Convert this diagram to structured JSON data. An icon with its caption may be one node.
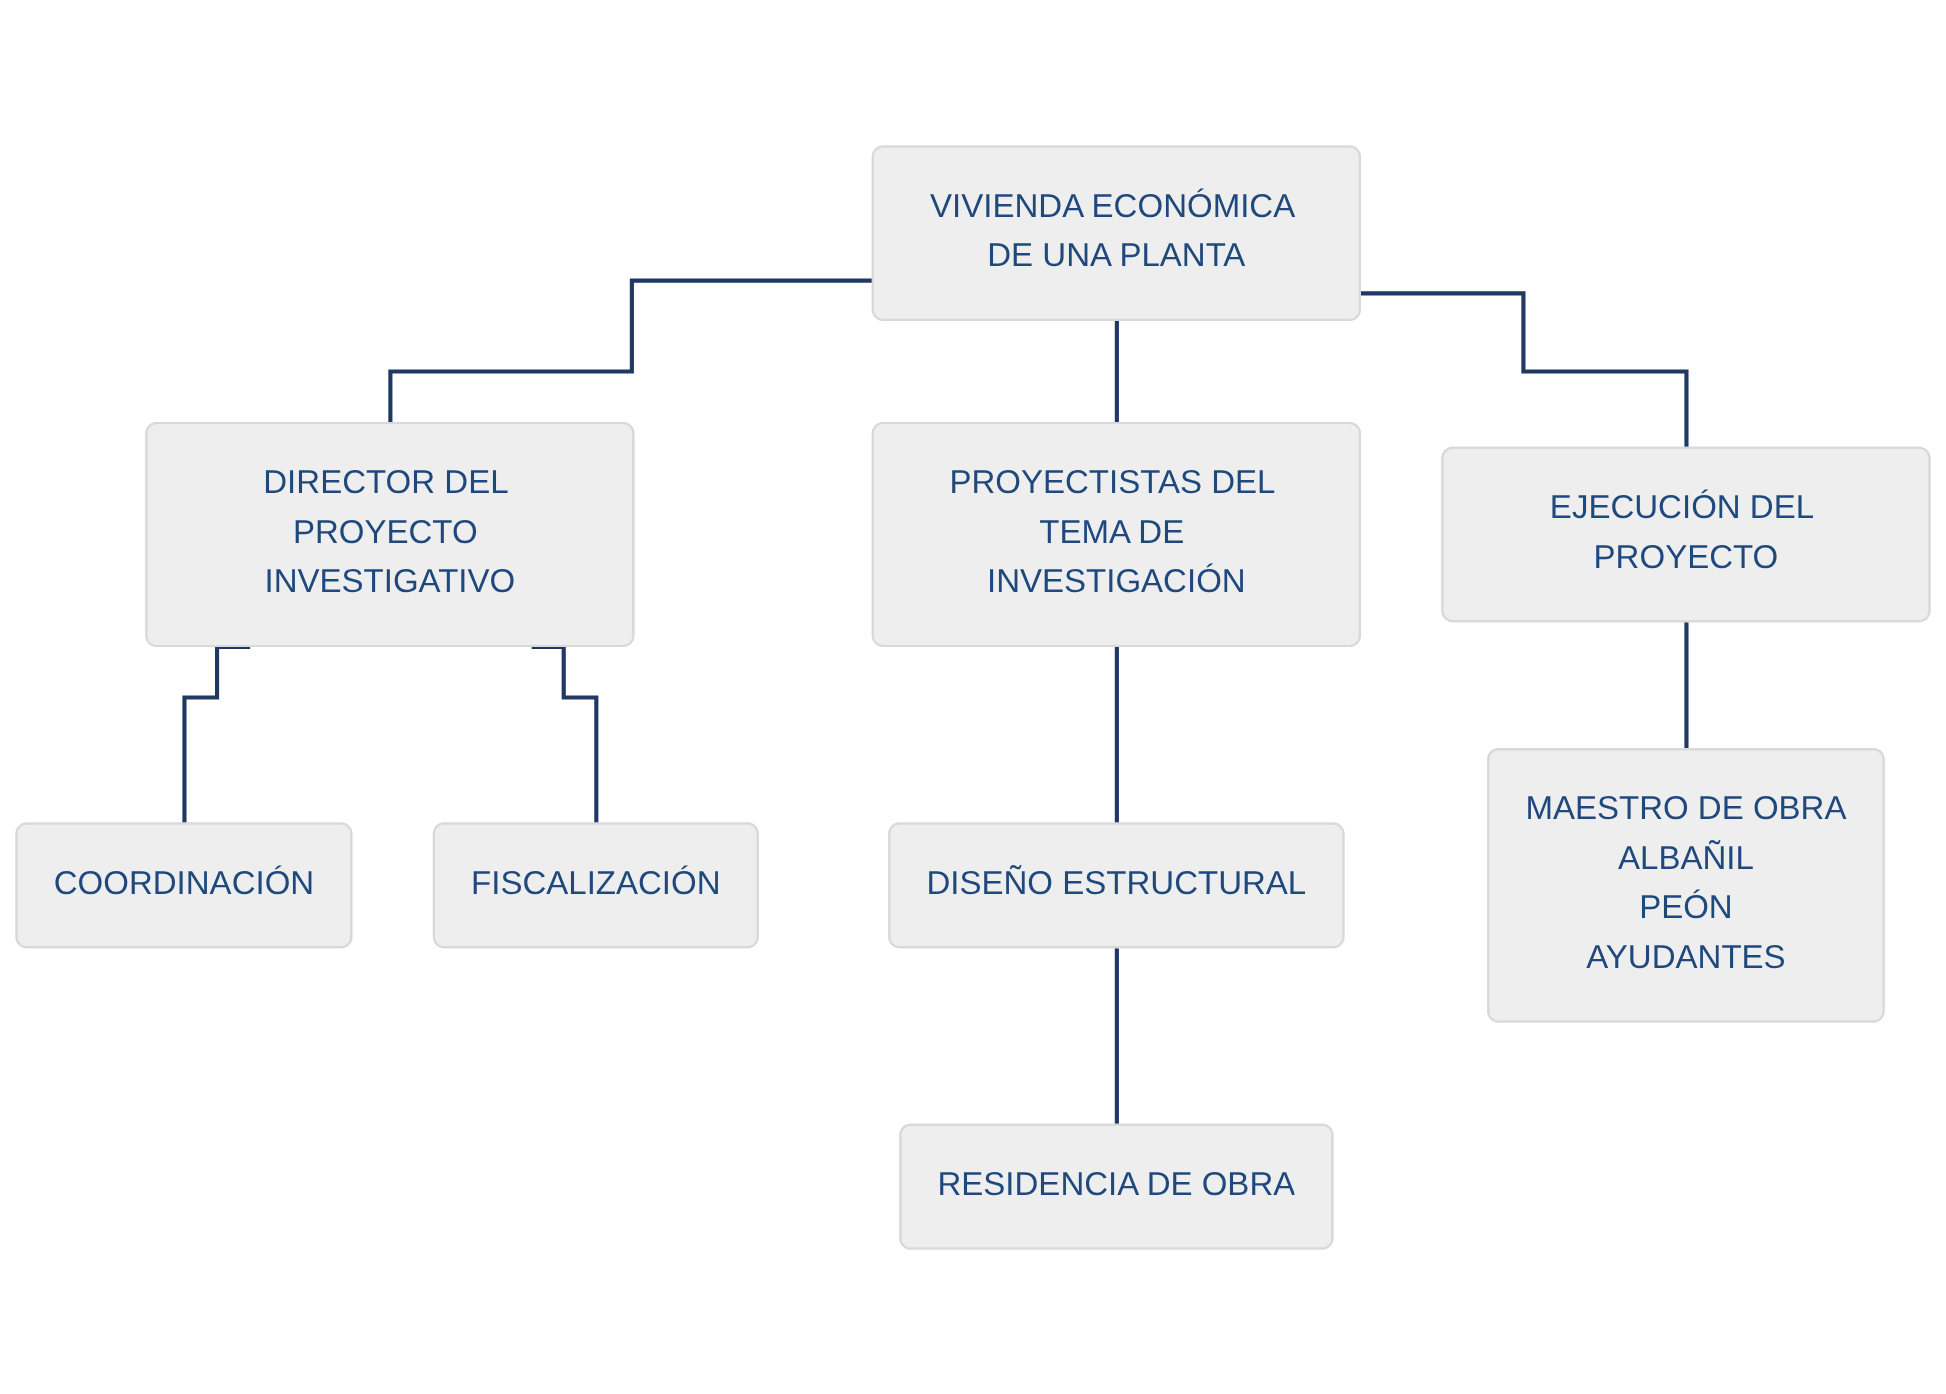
{
  "diagram": {
    "nodes": [
      {
        "text": [
          "VIVIENDA ECONÓMICA DE UNA PLANTA"
        ]
      },
      {
        "text": [
          "DIRECTOR DEL PROYECTO INVESTIGATIVO"
        ]
      },
      {
        "text": [
          "PROYECTISTAS DEL TEMA DE INVESTIGACIÓN"
        ]
      },
      {
        "text": [
          "EJECUCIÓN DEL PROYECTO"
        ]
      },
      {
        "text": [
          "COORDINACIÓN"
        ]
      },
      {
        "text": [
          "FISCALIZACIÓN"
        ]
      },
      {
        "text": [
          "DISEÑO ESTRUCTURAL"
        ]
      },
      {
        "text": [
          "RESIDENCIA DE OBRA"
        ]
      },
      {
        "text": [
          "MAESTRO DE OBRA",
          "ALBAÑIL",
          "PEÓN",
          "AYUDANTES"
        ]
      }
    ],
    "edges": [
      {
        "from": 0,
        "to": 1,
        "arrow": "none"
      },
      {
        "from": 0,
        "to": 2,
        "arrow": "none"
      },
      {
        "from": 0,
        "to": 3,
        "arrow": "none"
      },
      {
        "from": 1,
        "to": 4,
        "arrow": "none"
      },
      {
        "from": 1,
        "to": 5,
        "arrow": "none"
      },
      {
        "from": 2,
        "to": 6,
        "arrow": "none"
      },
      {
        "from": 6,
        "to": 7,
        "arrow": "none"
      },
      {
        "from": 3,
        "to": 8,
        "arrow": "none"
      }
    ]
  }
}
